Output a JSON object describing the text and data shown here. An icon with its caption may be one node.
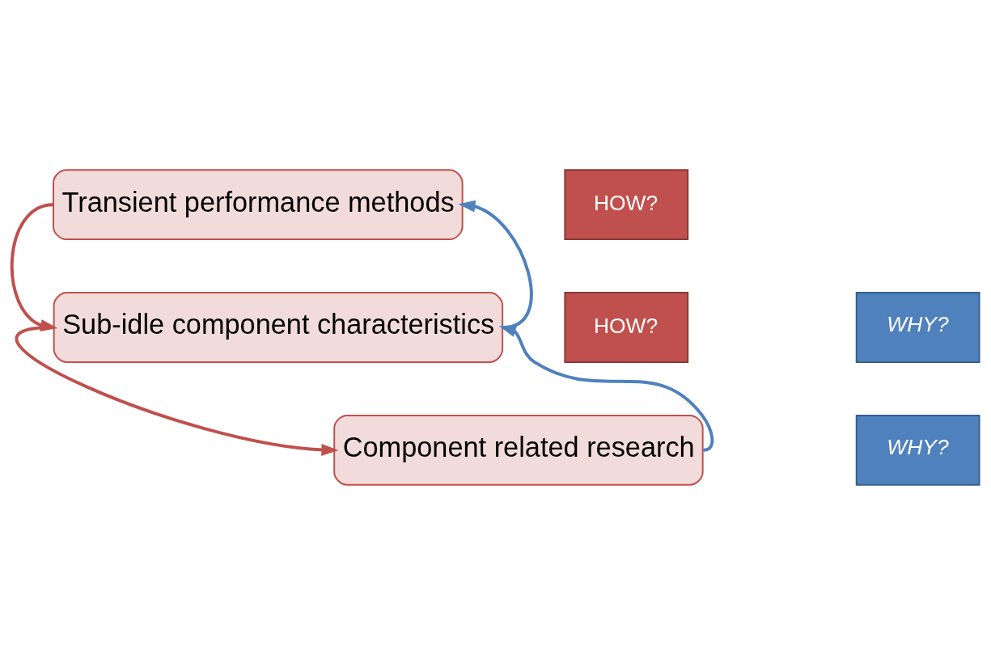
{
  "diagram": {
    "nodes": [
      {
        "text": [
          "HOW?"
        ]
      },
      {
        "text": [
          "Transient performance methods"
        ]
      },
      {
        "text": [
          "HOW?"
        ]
      },
      {
        "text": [
          "Sub-idle component characteristics"
        ]
      },
      {
        "text": [
          "WHY?"
        ]
      },
      {
        "text": [
          "Component related research"
        ]
      },
      {
        "text": [
          "WHY?"
        ]
      }
    ],
    "edges": [
      {
        "from": 1,
        "to": 3,
        "arrow": "to",
        "color": "#c0504d"
      },
      {
        "from": 3,
        "to": 5,
        "arrow": "to",
        "color": "#c0504d"
      },
      {
        "from": 3,
        "to": 1,
        "arrow": "to",
        "color": "#4f81bd"
      },
      {
        "from": 5,
        "to": 3,
        "arrow": "to",
        "color": "#4f81bd"
      }
    ]
  }
}
